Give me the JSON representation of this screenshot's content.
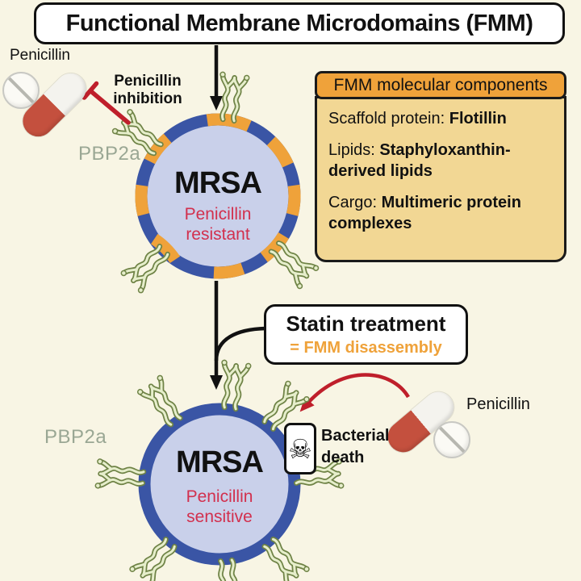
{
  "title": {
    "label": "Functional Membrane Microdomains (FMM)"
  },
  "top_left": {
    "penicillin_label": "Penicillin",
    "inhibition_line1": "Penicillin",
    "inhibition_line2": "inhibition",
    "pbp2a_label": "PBP2a"
  },
  "top_cell": {
    "name": "MRSA",
    "status_line1": "Penicillin",
    "status_line2": "resistant"
  },
  "fmm_box": {
    "header": "FMM molecular components",
    "rows": [
      {
        "label": "Scaffold protein: ",
        "value": "Flotillin"
      },
      {
        "label": "Lipids: ",
        "value": "Staphyloxanthin-derived lipids"
      },
      {
        "label": "Cargo: ",
        "value": "Multimeric protein complexes"
      }
    ]
  },
  "statin_box": {
    "title": "Statin treatment",
    "subtitle": "= FMM disassembly"
  },
  "bottom_cell": {
    "name": "MRSA",
    "status_line1": "Penicillin",
    "status_line2": "sensitive",
    "pbp2a_label": "PBP2a"
  },
  "death": {
    "line1": "Bacterial",
    "line2": "death",
    "skull_icon": "☠"
  },
  "bottom_right": {
    "penicillin_label": "Penicillin"
  },
  "colors": {
    "background": "#f8f5e4",
    "membrane_blue": "#3a55a5",
    "fmm_orange": "#efa23a",
    "cell_interior": "#c9d0ea",
    "pbp2a_green_fill": "#e6eecb",
    "pbp2a_green_stroke": "#6f8346",
    "pbp2a_label_color": "#9aa794",
    "status_red_text": "#d2304e",
    "arrow_red": "#bf1f2b",
    "capsule_red": "#c4503e",
    "panel_tan": "#f2d794"
  }
}
